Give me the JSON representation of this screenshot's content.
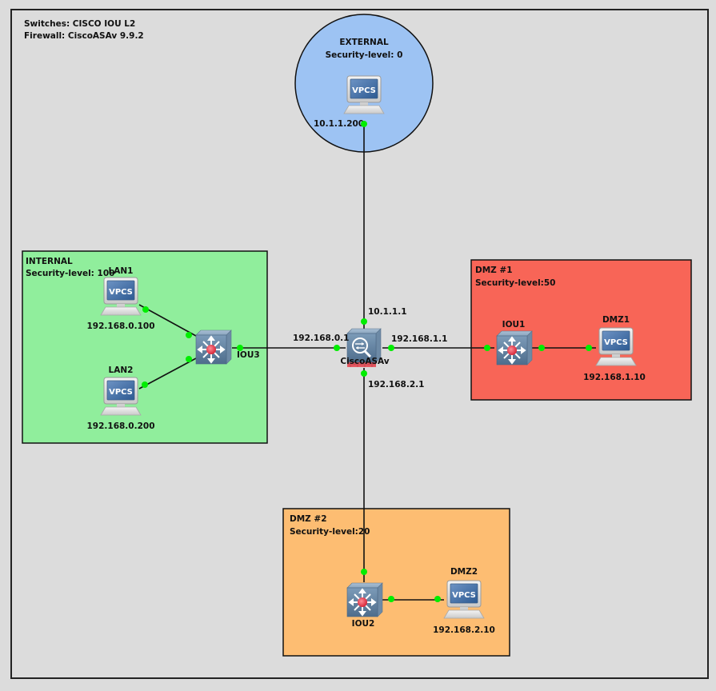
{
  "notes": {
    "line1": "Switches: CISCO IOU L2",
    "line2": "Firewall: CiscoASAv 9.9.2"
  },
  "zones": {
    "external": {
      "title": "EXTERNAL",
      "security": "Security-level: 0",
      "color": "#9dc3f3"
    },
    "internal": {
      "title": "INTERNAL",
      "security": "Security-level: 100",
      "color": "#90ee9c"
    },
    "dmz1": {
      "title": "DMZ #1",
      "security": "Security-level:50",
      "color": "#f86557"
    },
    "dmz2": {
      "title": "DMZ #2",
      "security": "Security-level:20",
      "color": "#fdbd72"
    }
  },
  "nodes": {
    "firewall": {
      "name": "CiscoASAv"
    },
    "external_pc": {
      "name": "",
      "icon_text": "VPCS",
      "ip": "10.1.1.200"
    },
    "lan1": {
      "name": "LAN1",
      "icon_text": "VPCS",
      "ip": "192.168.0.100"
    },
    "lan2": {
      "name": "LAN2",
      "icon_text": "VPCS",
      "ip": "192.168.0.200"
    },
    "iou3": {
      "name": "IOU3"
    },
    "iou1": {
      "name": "IOU1"
    },
    "dmz1_pc": {
      "name": "DMZ1",
      "icon_text": "VPCS",
      "ip": "192.168.1.10"
    },
    "iou2": {
      "name": "IOU2"
    },
    "dmz2_pc": {
      "name": "DMZ2",
      "icon_text": "VPCS",
      "ip": "192.168.2.10"
    }
  },
  "interfaces": {
    "fw_outside": "10.1.1.1",
    "fw_inside": "192.168.0.1",
    "fw_dmz1": "192.168.1.1",
    "fw_dmz2": "192.168.2.1"
  },
  "colors": {
    "link": "#111111",
    "port_up": "#00ee00",
    "device_blue": "#5a7d9e",
    "firewall_red": "#e8505a"
  }
}
